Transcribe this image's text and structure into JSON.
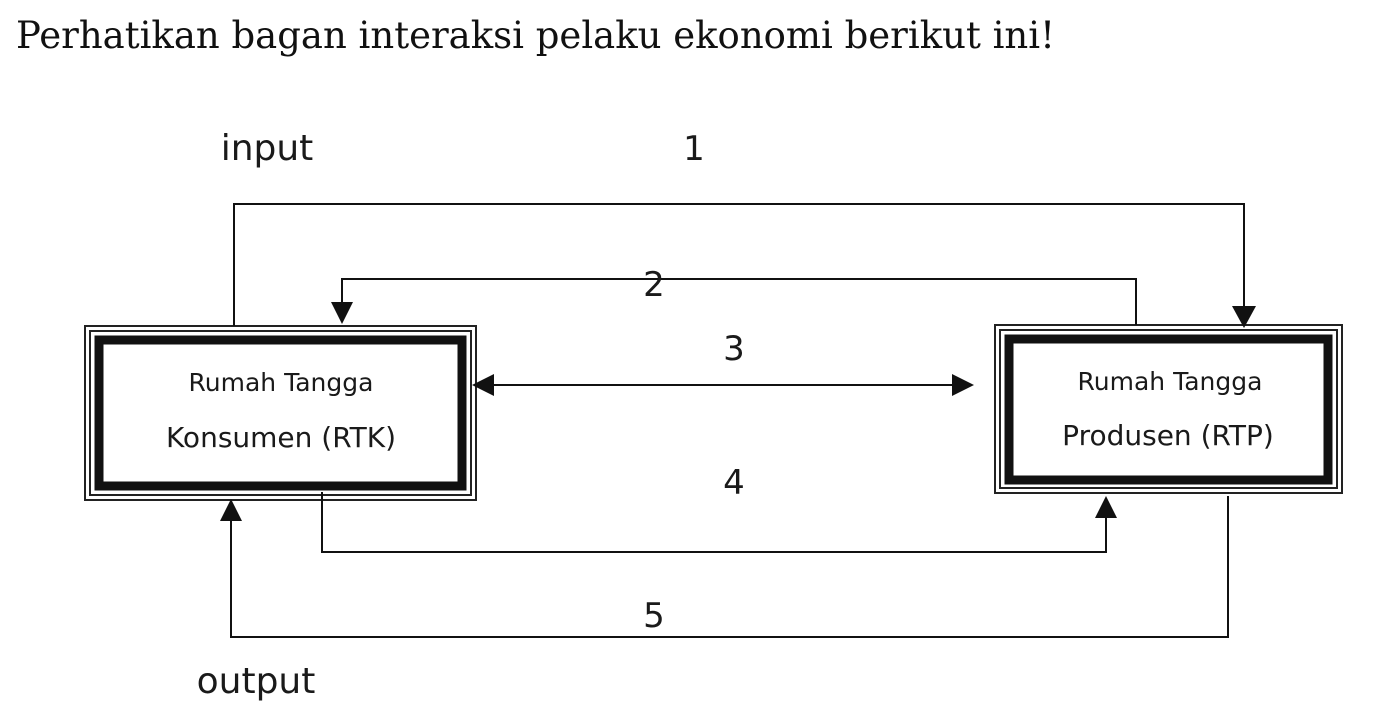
{
  "question": "Perhatikan bagan interaksi pelaku ekonomi berikut ini!",
  "labels": {
    "input": "input",
    "output": "output"
  },
  "flows": [
    "1",
    "2",
    "3",
    "4",
    "5"
  ],
  "boxes": {
    "consumer": {
      "line1": "Rumah Tangga",
      "line2": "Konsumen (RTK)"
    },
    "producer": {
      "line1": "Rumah Tangga",
      "line2": "Produsen (RTP)"
    }
  }
}
